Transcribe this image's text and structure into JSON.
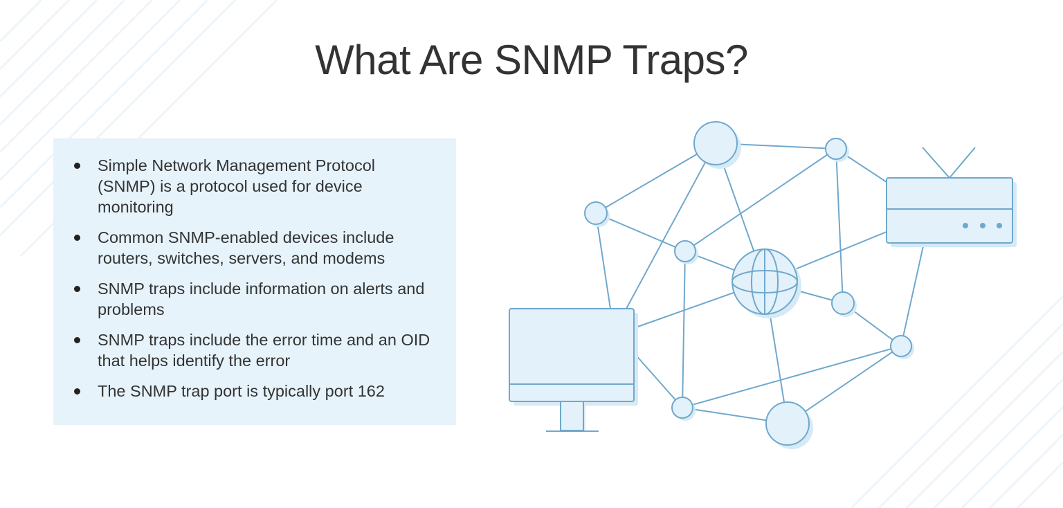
{
  "title": "What Are SNMP Traps?",
  "bullets": [
    "Simple Network Management Protocol (SNMP) is a protocol used for device monitoring",
    "Common SNMP-enabled devices include routers, switches, servers, and modems",
    "SNMP traps include information on alerts and problems",
    "SNMP traps include the error time and an OID that helps identify the error",
    "The SNMP trap port is typically port 162"
  ],
  "colors": {
    "line": "#6fa8cc",
    "fill": "#e3f1fb",
    "shadow": "#d6eaf6",
    "panel": "#e6f3fb",
    "text": "#333333"
  },
  "icons": [
    "computer-monitor-icon",
    "globe-icon",
    "modem-router-icon"
  ]
}
